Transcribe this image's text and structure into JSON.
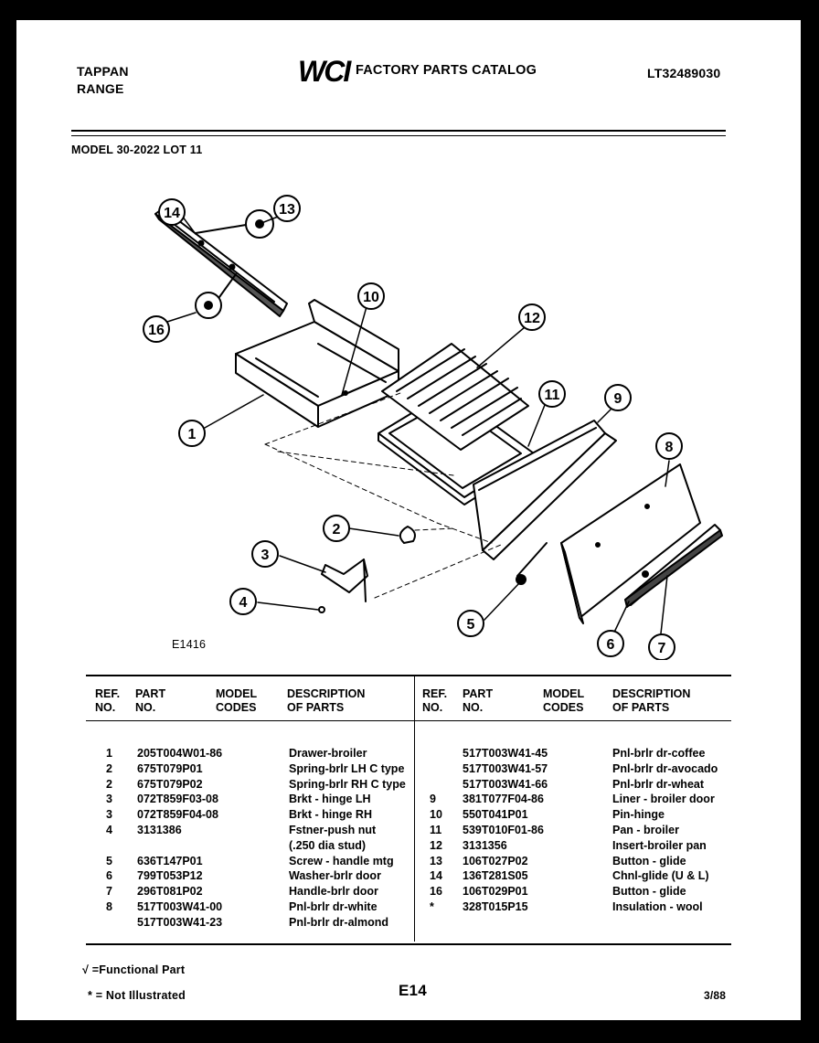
{
  "header": {
    "brand_line1": "TAPPAN",
    "brand_line2": "RANGE",
    "logo_text": "WCI",
    "catalog_title": "FACTORY PARTS CATALOG",
    "doc_number": "LT32489030"
  },
  "model": "MODEL 30-2022 LOT 11",
  "diagram": {
    "figure_id": "E1416",
    "callouts": [
      "14",
      "13",
      "16",
      "10",
      "12",
      "11",
      "9",
      "8",
      "1",
      "2",
      "3",
      "4",
      "5",
      "6",
      "7"
    ]
  },
  "table": {
    "headers": {
      "ref_no": [
        "REF.",
        "NO."
      ],
      "part_no": [
        "PART",
        "NO."
      ],
      "model_codes": [
        "MODEL",
        "CODES"
      ],
      "description": [
        "DESCRIPTION",
        "OF PARTS"
      ]
    },
    "left_rows": [
      {
        "ref": "1",
        "part": "205T004W01-86",
        "desc": "Drawer-broiler"
      },
      {
        "ref": "2",
        "part": "675T079P01",
        "desc": "Spring-brlr LH C type"
      },
      {
        "ref": "2",
        "part": "675T079P02",
        "desc": "Spring-brlr RH C type"
      },
      {
        "ref": "3",
        "part": "072T859F03-08",
        "desc": "Brkt - hinge LH"
      },
      {
        "ref": "3",
        "part": "072T859F04-08",
        "desc": "Brkt - hinge RH"
      },
      {
        "ref": "4",
        "part": "3131386",
        "desc": "Fstner-push nut"
      },
      {
        "ref": "",
        "part": "",
        "desc": "(.250 dia stud)"
      },
      {
        "ref": "5",
        "part": "636T147P01",
        "desc": "Screw  - handle mtg"
      },
      {
        "ref": "6",
        "part": "799T053P12",
        "desc": "Washer-brlr door"
      },
      {
        "ref": "7",
        "part": "296T081P02",
        "desc": "Handle-brlr door"
      },
      {
        "ref": "8",
        "part": "517T003W41-00",
        "desc": "Pnl-brlr dr-white"
      },
      {
        "ref": "",
        "part": "517T003W41-23",
        "desc": "Pnl-brlr dr-almond"
      }
    ],
    "right_rows": [
      {
        "ref": "",
        "part": "517T003W41-45",
        "desc": "Pnl-brlr dr-coffee"
      },
      {
        "ref": "",
        "part": "517T003W41-57",
        "desc": "Pnl-brlr dr-avocado"
      },
      {
        "ref": "",
        "part": "517T003W41-66",
        "desc": "Pnl-brlr dr-wheat"
      },
      {
        "ref": "9",
        "part": "381T077F04-86",
        "desc": "Liner - broiler door"
      },
      {
        "ref": "10",
        "part": "550T041P01",
        "desc": "Pin-hinge"
      },
      {
        "ref": "11",
        "part": "539T010F01-86",
        "desc": "Pan - broiler"
      },
      {
        "ref": "12",
        "part": "3131356",
        "desc": "Insert-broiler pan"
      },
      {
        "ref": "13",
        "part": "106T027P02",
        "desc": "Button - glide"
      },
      {
        "ref": "14",
        "part": "136T281S05",
        "desc": "Chnl-glide (U & L)"
      },
      {
        "ref": "16",
        "part": "106T029P01",
        "desc": "Button - glide"
      },
      {
        "ref": "*",
        "part": "328T015P15",
        "desc": "Insulation - wool"
      }
    ]
  },
  "footer": {
    "functional_note": "√ =Functional Part",
    "not_illustrated_note": "* = Not Illustrated",
    "page_code": "E14",
    "date": "3/88"
  }
}
